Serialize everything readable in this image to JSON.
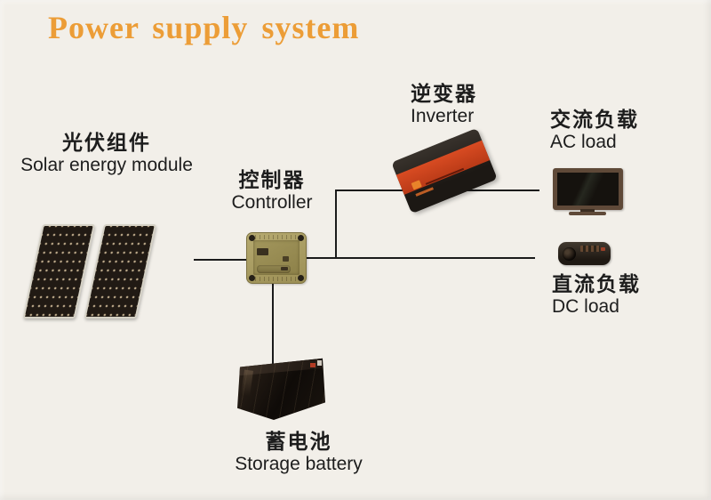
{
  "title": {
    "text": "Power supply system"
  },
  "labels": {
    "solar": {
      "zh": "光伏组件",
      "en": "Solar energy module"
    },
    "controller": {
      "zh": "控制器",
      "en": "Controller"
    },
    "inverter": {
      "zh": "逆变器",
      "en": "Inverter"
    },
    "ac_load": {
      "zh": "交流负载",
      "en": "AC load"
    },
    "dc_load": {
      "zh": "直流负载",
      "en": "DC load"
    },
    "battery": {
      "zh": "蓄电池",
      "en": "Storage battery"
    }
  },
  "connections": [
    {
      "from": "solar",
      "to": "controller"
    },
    {
      "from": "controller",
      "to": "inverter"
    },
    {
      "from": "inverter",
      "to": "ac_load"
    },
    {
      "from": "controller",
      "to": "dc_load"
    },
    {
      "from": "controller",
      "to": "battery"
    }
  ],
  "colors": {
    "background": "#F2EFE9",
    "title": "#EC9D37",
    "wire": "#1B1B1B",
    "label_text": "#1D1D1D",
    "solar_panel": "#211A14",
    "controller_body": "#A89B5F",
    "inverter_body": "#26211D",
    "inverter_band": "#CE4520",
    "tv_frame": "#5F4938",
    "battery_body": "#15100B"
  }
}
